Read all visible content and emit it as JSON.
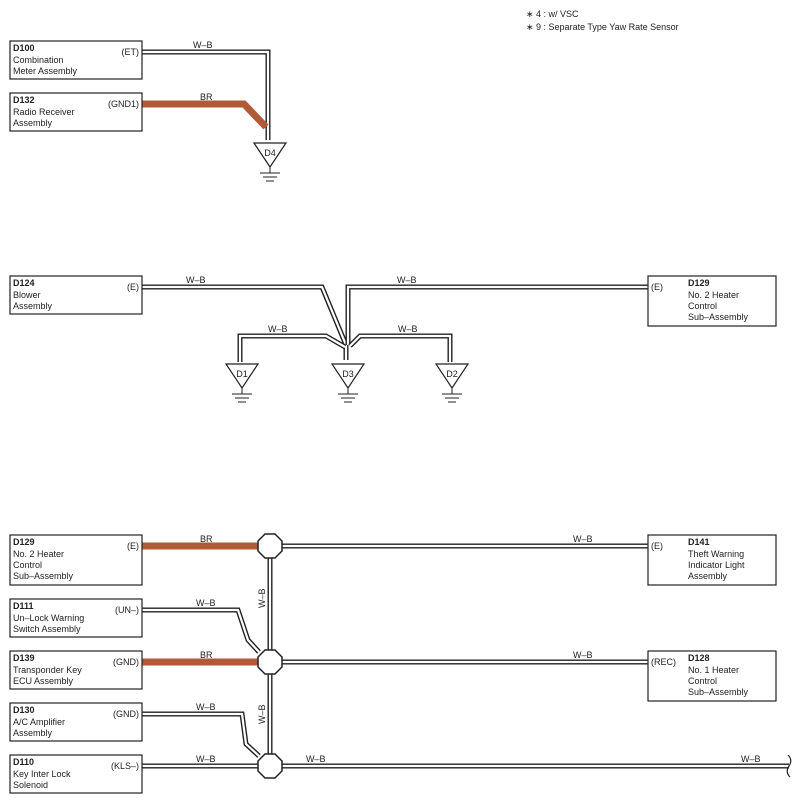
{
  "notes": [
    "∗ 4 : w/ VSC",
    "∗ 9 : Separate Type Yaw Rate Sensor"
  ],
  "wire_colors": {
    "W-B": "#ffffff",
    "BR": "#b05a38"
  },
  "wire_labels": {
    "w_et": "W–B",
    "w_gnd1": "BR",
    "w_e124": "W–B",
    "w_e129": "W–B",
    "w_d1": "W–B",
    "w_d2": "W–B",
    "w_e129b": "BR",
    "w_e141": "W–B",
    "w_un": "W–B",
    "w_gnd139": "BR",
    "w_rec": "W–B",
    "w_gnd130": "W–B",
    "w_kls": "W–B",
    "w_right": "W–B",
    "w_right2": "W–B",
    "w_v1": "W–B",
    "w_v2": "W–B"
  },
  "grounds": {
    "d4": "D4",
    "d1": "D1",
    "d3": "D3",
    "d2": "D2"
  },
  "components": {
    "d100": {
      "code": "D100",
      "lines": [
        "Combination",
        "Meter Assembly"
      ],
      "pin": "(ET)"
    },
    "d132": {
      "code": "D132",
      "lines": [
        "Radio Receiver",
        "Assembly"
      ],
      "pin": "(GND1)"
    },
    "d124": {
      "code": "D124",
      "lines": [
        "Blower",
        "Assembly"
      ],
      "pin": "(E)"
    },
    "d129a": {
      "code": "D129",
      "lines": [
        "No.  2 Heater",
        "Control",
        "Sub–Assembly"
      ],
      "pin": "(E)"
    },
    "d129b": {
      "code": "D129",
      "lines": [
        "No.  2 Heater",
        "Control",
        "Sub–Assembly"
      ],
      "pin": "(E)"
    },
    "d141": {
      "code": "D141",
      "lines": [
        "Theft Warning",
        "Indicator Light",
        "Assembly"
      ],
      "pin": "(E)"
    },
    "d111": {
      "code": "D111",
      "lines": [
        "Un–Lock Warning",
        "Switch Assembly"
      ],
      "pin": "(UN–)"
    },
    "d139": {
      "code": "D139",
      "lines": [
        "Transponder Key",
        "ECU Assembly"
      ],
      "pin": "(GND)"
    },
    "d128": {
      "code": "D128",
      "lines": [
        "No.  1 Heater",
        "Control",
        "Sub–Assembly"
      ],
      "pin": "(REC)"
    },
    "d130": {
      "code": "D130",
      "lines": [
        "A/C Amplifier",
        "Assembly"
      ],
      "pin": "(GND)"
    },
    "d110": {
      "code": "D110",
      "lines": [
        "Key Inter Lock",
        "Solenoid"
      ],
      "pin": "(KLS–)"
    }
  }
}
